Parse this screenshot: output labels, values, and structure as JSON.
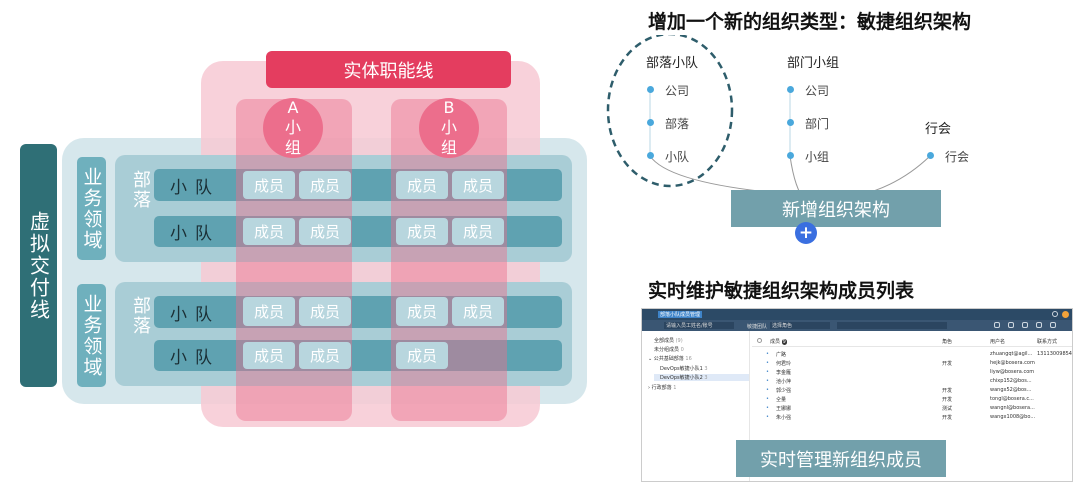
{
  "left": {
    "top_label": "实体职能线",
    "side_label": "虚拟交付线",
    "columns": [
      {
        "label": "A\n小\n组"
      },
      {
        "label": "B\n小\n组"
      }
    ],
    "biz_label": "业务领域",
    "dept_label": "部落",
    "team_label": "小队",
    "member_label": "成员"
  },
  "right_top": {
    "title": "增加一个新的组织类型：敏捷组织架构",
    "col1_head": "部落小队",
    "col1_items": [
      "公司",
      "部落",
      "小队"
    ],
    "col2_head": "部门小组",
    "col2_items": [
      "公司",
      "部门",
      "小组"
    ],
    "col3_head": "行会",
    "col3_items": [
      "行会"
    ],
    "new_button": "新增组织架构",
    "plus": "+",
    "dashed_color": "#2e5d6b"
  },
  "right_bottom": {
    "title": "实时维护敏捷组织架构成员列表",
    "tab_label": "部落小队成员管理",
    "search_placeholder": "请输入员工姓名/账号",
    "filter_label": "敏捷团队",
    "filter_placeholder": "选择角色",
    "tree": [
      {
        "label": "全部成员",
        "count": "(9)"
      },
      {
        "label": "未分组成员",
        "count": "0"
      },
      {
        "label": "公共基础部落",
        "count": "16"
      },
      {
        "label": "DevOps敏捷小队1",
        "count": "3"
      },
      {
        "label": "DevOps敏捷小队2",
        "count": "3"
      },
      {
        "label": "行政部落",
        "count": "1"
      }
    ],
    "table_headers": [
      "成员",
      "角色",
      "用户名",
      "联系方式"
    ],
    "rows": [
      {
        "name": "广路",
        "role": "",
        "user": "zhuangqt@agil...",
        "phone": "13113009854"
      },
      {
        "name": "何君玲",
        "role": "开发",
        "user": "hejk@bosera.com",
        "phone": ""
      },
      {
        "name": "李金雁",
        "role": "",
        "user": "liyw@bosera.com",
        "phone": ""
      },
      {
        "name": "池小萍",
        "role": "",
        "user": "chixp152@bos...",
        "phone": ""
      },
      {
        "name": "郭少强",
        "role": "开发",
        "user": "wangx52@bos...",
        "phone": ""
      },
      {
        "name": "仝量",
        "role": "开发",
        "user": "tongl@bosera.c...",
        "phone": ""
      },
      {
        "name": "王娜娜",
        "role": "测试",
        "user": "wangnl@bosera...",
        "phone": ""
      },
      {
        "name": "朱小强",
        "role": "开发",
        "user": "wangx1008@bo...",
        "phone": ""
      }
    ],
    "member_count": "9",
    "manage_label": "实时管理新组织成员"
  }
}
